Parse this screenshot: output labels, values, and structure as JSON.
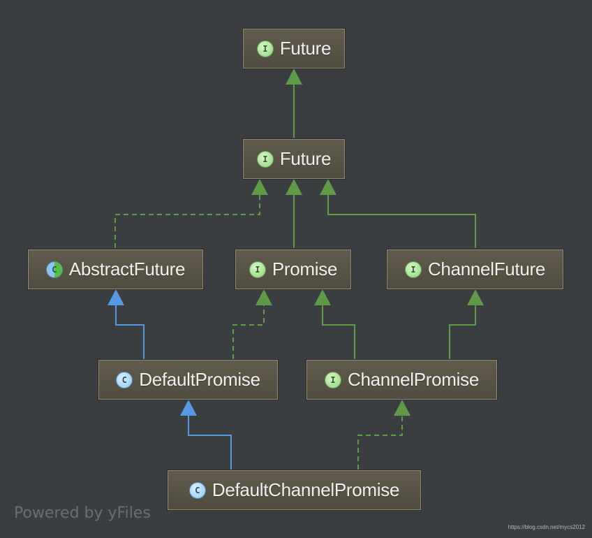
{
  "diagram": {
    "nodes": [
      {
        "id": "future-top",
        "label": "Future",
        "kind": "interface",
        "icon": "I"
      },
      {
        "id": "future-mid",
        "label": "Future",
        "kind": "interface",
        "icon": "I"
      },
      {
        "id": "abstract-future",
        "label": "AbstractFuture",
        "kind": "abstract-class",
        "icon": "C"
      },
      {
        "id": "promise",
        "label": "Promise",
        "kind": "interface",
        "icon": "I"
      },
      {
        "id": "channel-future",
        "label": "ChannelFuture",
        "kind": "interface",
        "icon": "I"
      },
      {
        "id": "default-promise",
        "label": "DefaultPromise",
        "kind": "class",
        "icon": "C"
      },
      {
        "id": "channel-promise",
        "label": "ChannelPromise",
        "kind": "interface",
        "icon": "I"
      },
      {
        "id": "default-channel-promise",
        "label": "DefaultChannelPromise",
        "kind": "class",
        "icon": "C"
      }
    ],
    "edges": [
      {
        "from": "future-mid",
        "to": "future-top",
        "type": "extends-interface"
      },
      {
        "from": "abstract-future",
        "to": "future-mid",
        "type": "implements"
      },
      {
        "from": "promise",
        "to": "future-mid",
        "type": "extends-interface"
      },
      {
        "from": "channel-future",
        "to": "future-mid",
        "type": "extends-interface"
      },
      {
        "from": "default-promise",
        "to": "abstract-future",
        "type": "extends-class"
      },
      {
        "from": "default-promise",
        "to": "promise",
        "type": "implements"
      },
      {
        "from": "channel-promise",
        "to": "promise",
        "type": "extends-interface"
      },
      {
        "from": "channel-promise",
        "to": "channel-future",
        "type": "extends-interface"
      },
      {
        "from": "default-channel-promise",
        "to": "default-promise",
        "type": "extends-class"
      },
      {
        "from": "default-channel-promise",
        "to": "channel-promise",
        "type": "implements"
      }
    ]
  },
  "colors": {
    "background": "#3b3e41",
    "interface_edge": "#5f9a46",
    "class_edge": "#5599e6",
    "node_fill": "#57533f",
    "node_border": "#8f8a78"
  },
  "footer": {
    "powered_by": "Powered by yFiles",
    "url": "https://blog.csdn.net/mycs2012"
  }
}
